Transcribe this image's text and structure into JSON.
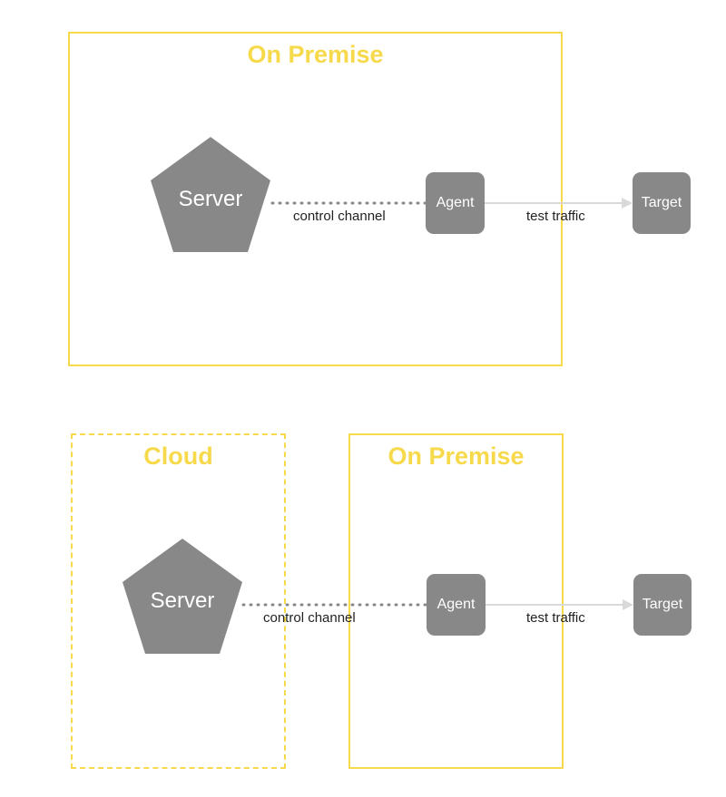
{
  "diagrams": [
    {
      "zones": [
        {
          "title": "On Premise",
          "style": "solid"
        }
      ],
      "nodes": {
        "server": "Server",
        "agent": "Agent",
        "target": "Target"
      },
      "edges": {
        "control": "control channel",
        "traffic": "test traffic"
      }
    },
    {
      "zones": [
        {
          "title": "Cloud",
          "style": "dashed"
        },
        {
          "title": "On Premise",
          "style": "solid"
        }
      ],
      "nodes": {
        "server": "Server",
        "agent": "Agent",
        "target": "Target"
      },
      "edges": {
        "control": "control channel",
        "traffic": "test traffic"
      }
    }
  ],
  "colors": {
    "zone_border": "#f7d94c",
    "zone_title": "#f7d94c",
    "node_fill": "#888888",
    "node_text": "#ffffff",
    "control_line": "#888888",
    "traffic_line": "#d9d9d9",
    "edge_label": "#222222"
  }
}
